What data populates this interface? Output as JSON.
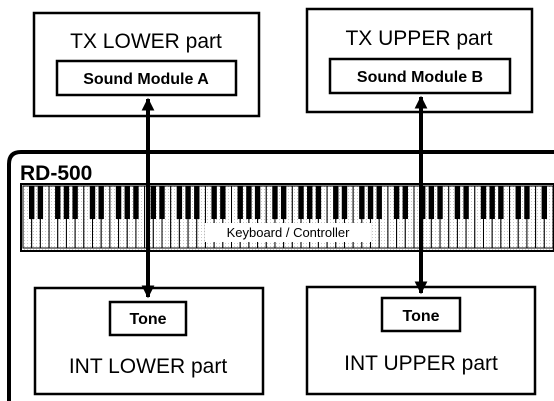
{
  "tx_lower": {
    "part_label": "TX LOWER part",
    "module_label": "Sound Module A"
  },
  "tx_upper": {
    "part_label": "TX UPPER part",
    "module_label": "Sound Module B"
  },
  "rd500": {
    "model_label": "RD-500",
    "keyboard_label": "Keyboard / Controller"
  },
  "int_lower": {
    "tone_label": "Tone",
    "part_label": "INT LOWER part"
  },
  "int_upper": {
    "tone_label": "Tone",
    "part_label": "INT UPPER part"
  }
}
